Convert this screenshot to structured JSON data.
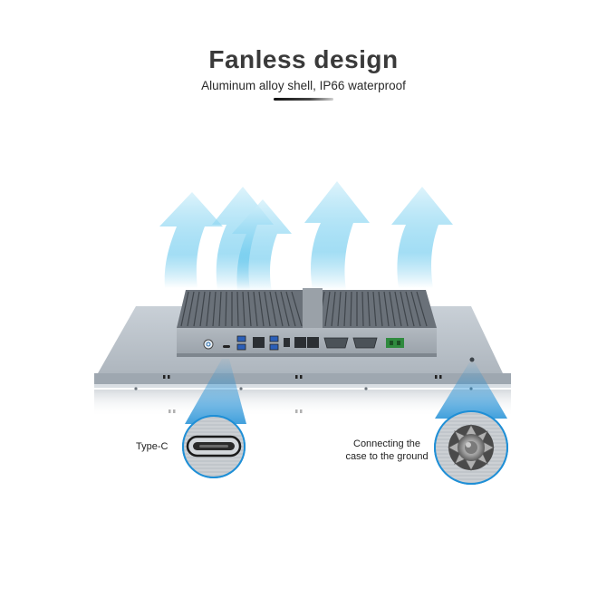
{
  "header": {
    "title": "Fanless design",
    "subtitle": "Aluminum alloy shell, IP66 waterproof"
  },
  "callouts": {
    "type_c_label": "Type-C",
    "ground_label_line1": "Connecting the",
    "ground_label_line2": "case to the ground"
  },
  "colors": {
    "arrow_blue": "#2aaee3",
    "accent_blue": "#1f8fd6",
    "chassis_gray": "#b9c1c9",
    "heatsink_dark": "#5b626a"
  },
  "icons": [
    "airflow-arrow-icon",
    "usb-type-c-port-icon",
    "grounding-screw-icon"
  ]
}
